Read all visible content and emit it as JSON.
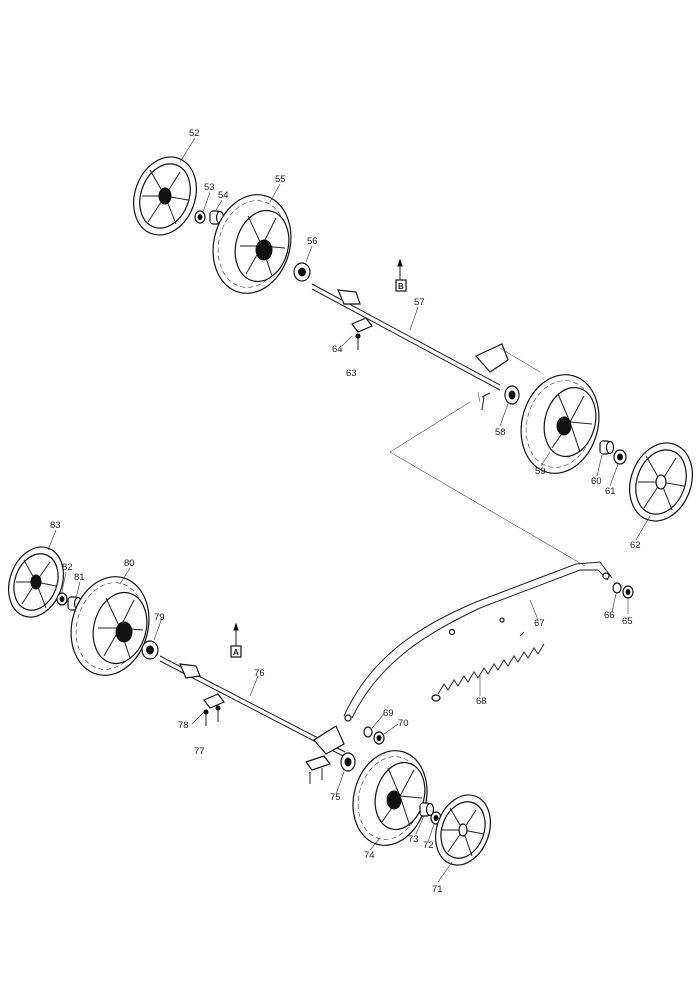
{
  "labels": {
    "l52": "52",
    "l53": "53",
    "l54": "54",
    "l55": "55",
    "l56": "56",
    "l57": "57",
    "l58": "58",
    "l59": "59",
    "l60": "60",
    "l61": "61",
    "l62": "62",
    "l63": "63",
    "l64": "64",
    "l65": "65",
    "l66": "66",
    "l67": "67",
    "l68": "68",
    "l69": "69",
    "l70": "70",
    "l71": "71",
    "l72": "72",
    "l73": "73",
    "l74": "74",
    "l75": "75",
    "l76": "76",
    "l77": "77",
    "l78": "78",
    "l79": "79",
    "l80": "80",
    "l81": "81",
    "l82": "82",
    "l83": "83"
  },
  "markers": {
    "upper": "B",
    "lower": "A"
  }
}
